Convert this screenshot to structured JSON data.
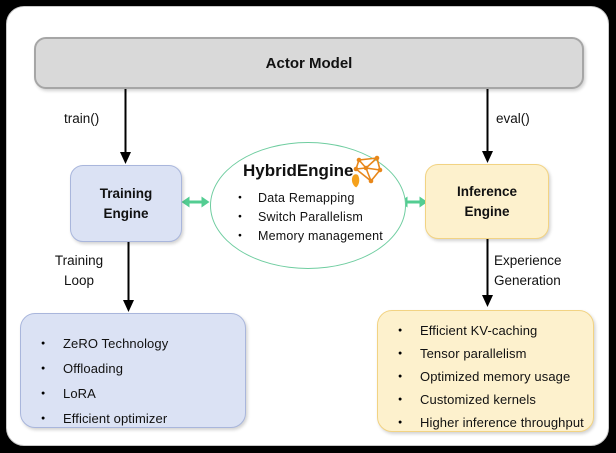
{
  "diagram": {
    "actor_model": {
      "label": "Actor Model"
    },
    "train_call_label": "train()",
    "eval_call_label": "eval()",
    "training_engine": {
      "line1": "Training",
      "line2": "Engine"
    },
    "inference_engine": {
      "line1": "Inference",
      "line2": "Engine"
    },
    "hybrid_engine": {
      "title": "HybridEngine",
      "items": [
        "Data Remapping",
        "Switch Parallelism",
        "Memory management"
      ]
    },
    "training_loop_label": {
      "line1": "Training",
      "line2": "Loop"
    },
    "experience_label": {
      "line1": "Experience",
      "line2": "Generation"
    },
    "training_features": [
      "ZeRO Technology",
      "Offloading",
      "LoRA",
      "Efficient optimizer"
    ],
    "inference_features": [
      "Efficient KV-caching",
      "Tensor parallelism",
      "Optimized memory usage",
      "Customized kernels",
      "Higher inference throughput"
    ],
    "bullet_glyph": "●"
  },
  "colors": {
    "frame_background": "#000000",
    "canvas": "#FFFFFF",
    "actor_fill": "#D9D9D9",
    "actor_border": "#A6A6A6",
    "training_fill": "#DBE2F4",
    "training_border": "#A9B6DC",
    "inference_fill": "#FDF1CD",
    "inference_border": "#F2D383",
    "hybrid_ellipse_border": "#6FCDA0",
    "green_arrow": "#53CD92",
    "black_arrow": "#000000",
    "icon_orange": "#E8871A",
    "flame_orange": "#F5A11C"
  }
}
